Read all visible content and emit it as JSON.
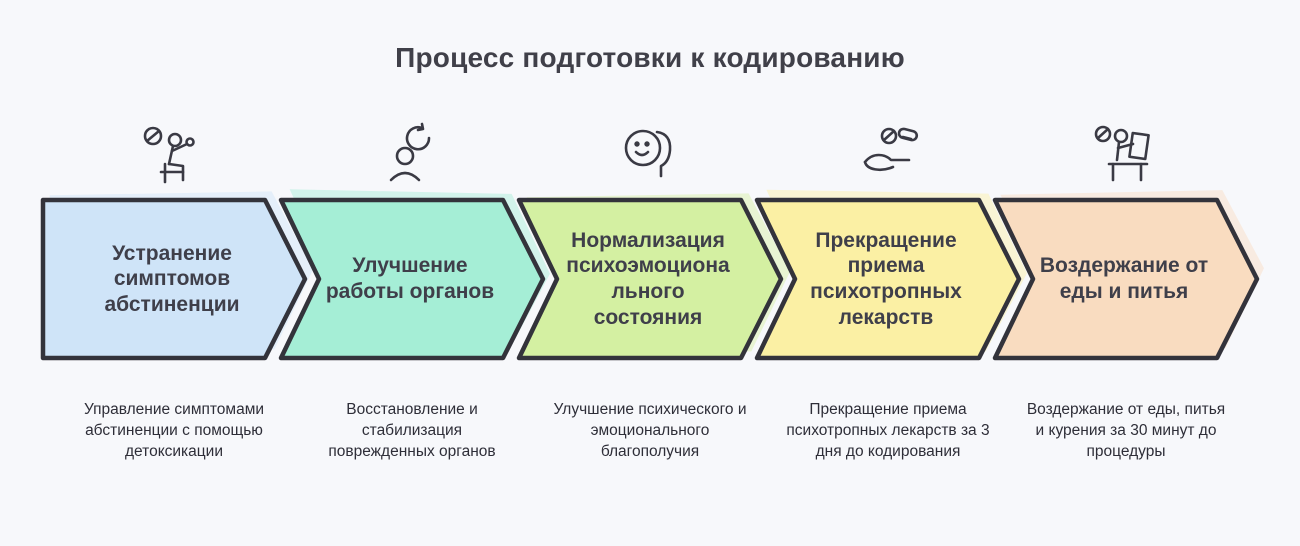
{
  "title": "Процесс подготовки к кодированию",
  "steps": [
    {
      "title": "Устранение симптомов абстиненции",
      "description": "Управление симптомами абстиненции с помощью детоксикации",
      "color": "#cfe4f8",
      "icon": "pills-person-sitting-icon"
    },
    {
      "title": "Улучшение работы органов",
      "description": "Восстановление и стабилизация поврежденных органов",
      "color": "#a5eed6",
      "icon": "person-refresh-icon"
    },
    {
      "title": "Нормализация психоэмоционального состояния",
      "description": "Улучшение психического и эмоционального благополучия",
      "color": "#d4f0a2",
      "icon": "head-smile-icon"
    },
    {
      "title": "Прекращение приема психотропных лекарств",
      "description": "Прекращение приема психотропных лекарств за 3 дня до кодирования",
      "color": "#fbf0a4",
      "icon": "hand-pills-icon"
    },
    {
      "title": "Воздержание от еды и питья",
      "description": "Воздержание от еды, питья и курения за 30 минут до процедуры",
      "color": "#f9dcc0",
      "icon": "person-reading-table-icon"
    }
  ]
}
